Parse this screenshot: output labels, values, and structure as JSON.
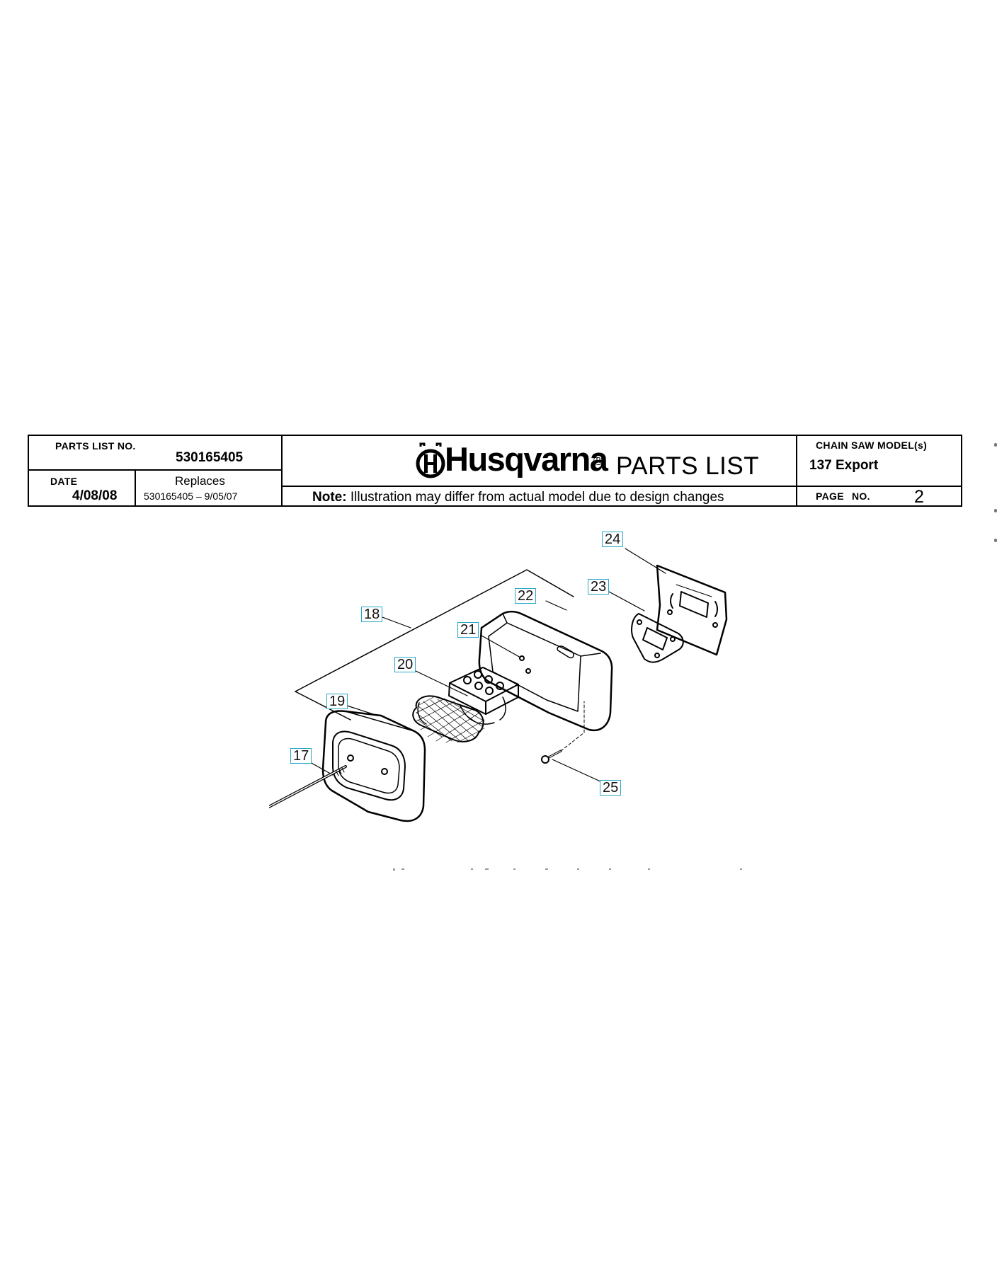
{
  "header": {
    "parts_list_no_label": "PARTS LIST NO.",
    "parts_list_no": "530165405",
    "date_label": "DATE",
    "date": "4/08/08",
    "replaces_label": "Replaces",
    "replaces": "530165405 – 9/05/07",
    "brand": "Husqvarna",
    "brand_reg": "®",
    "title": "PARTS LIST",
    "note_label": "Note:",
    "note_text": "Illustration may differ from actual model due to design changes",
    "model_label": "CHAIN SAW MODEL(s)",
    "model": "137 Export",
    "page_label": "PAGE",
    "page_no_label": "NO.",
    "page": "2"
  },
  "diagram": {
    "callouts": [
      "24",
      "23",
      "22",
      "18",
      "21",
      "20",
      "19",
      "17",
      "25"
    ]
  },
  "colors": {
    "callout_border": "#29a7c7",
    "ink": "#000000"
  }
}
